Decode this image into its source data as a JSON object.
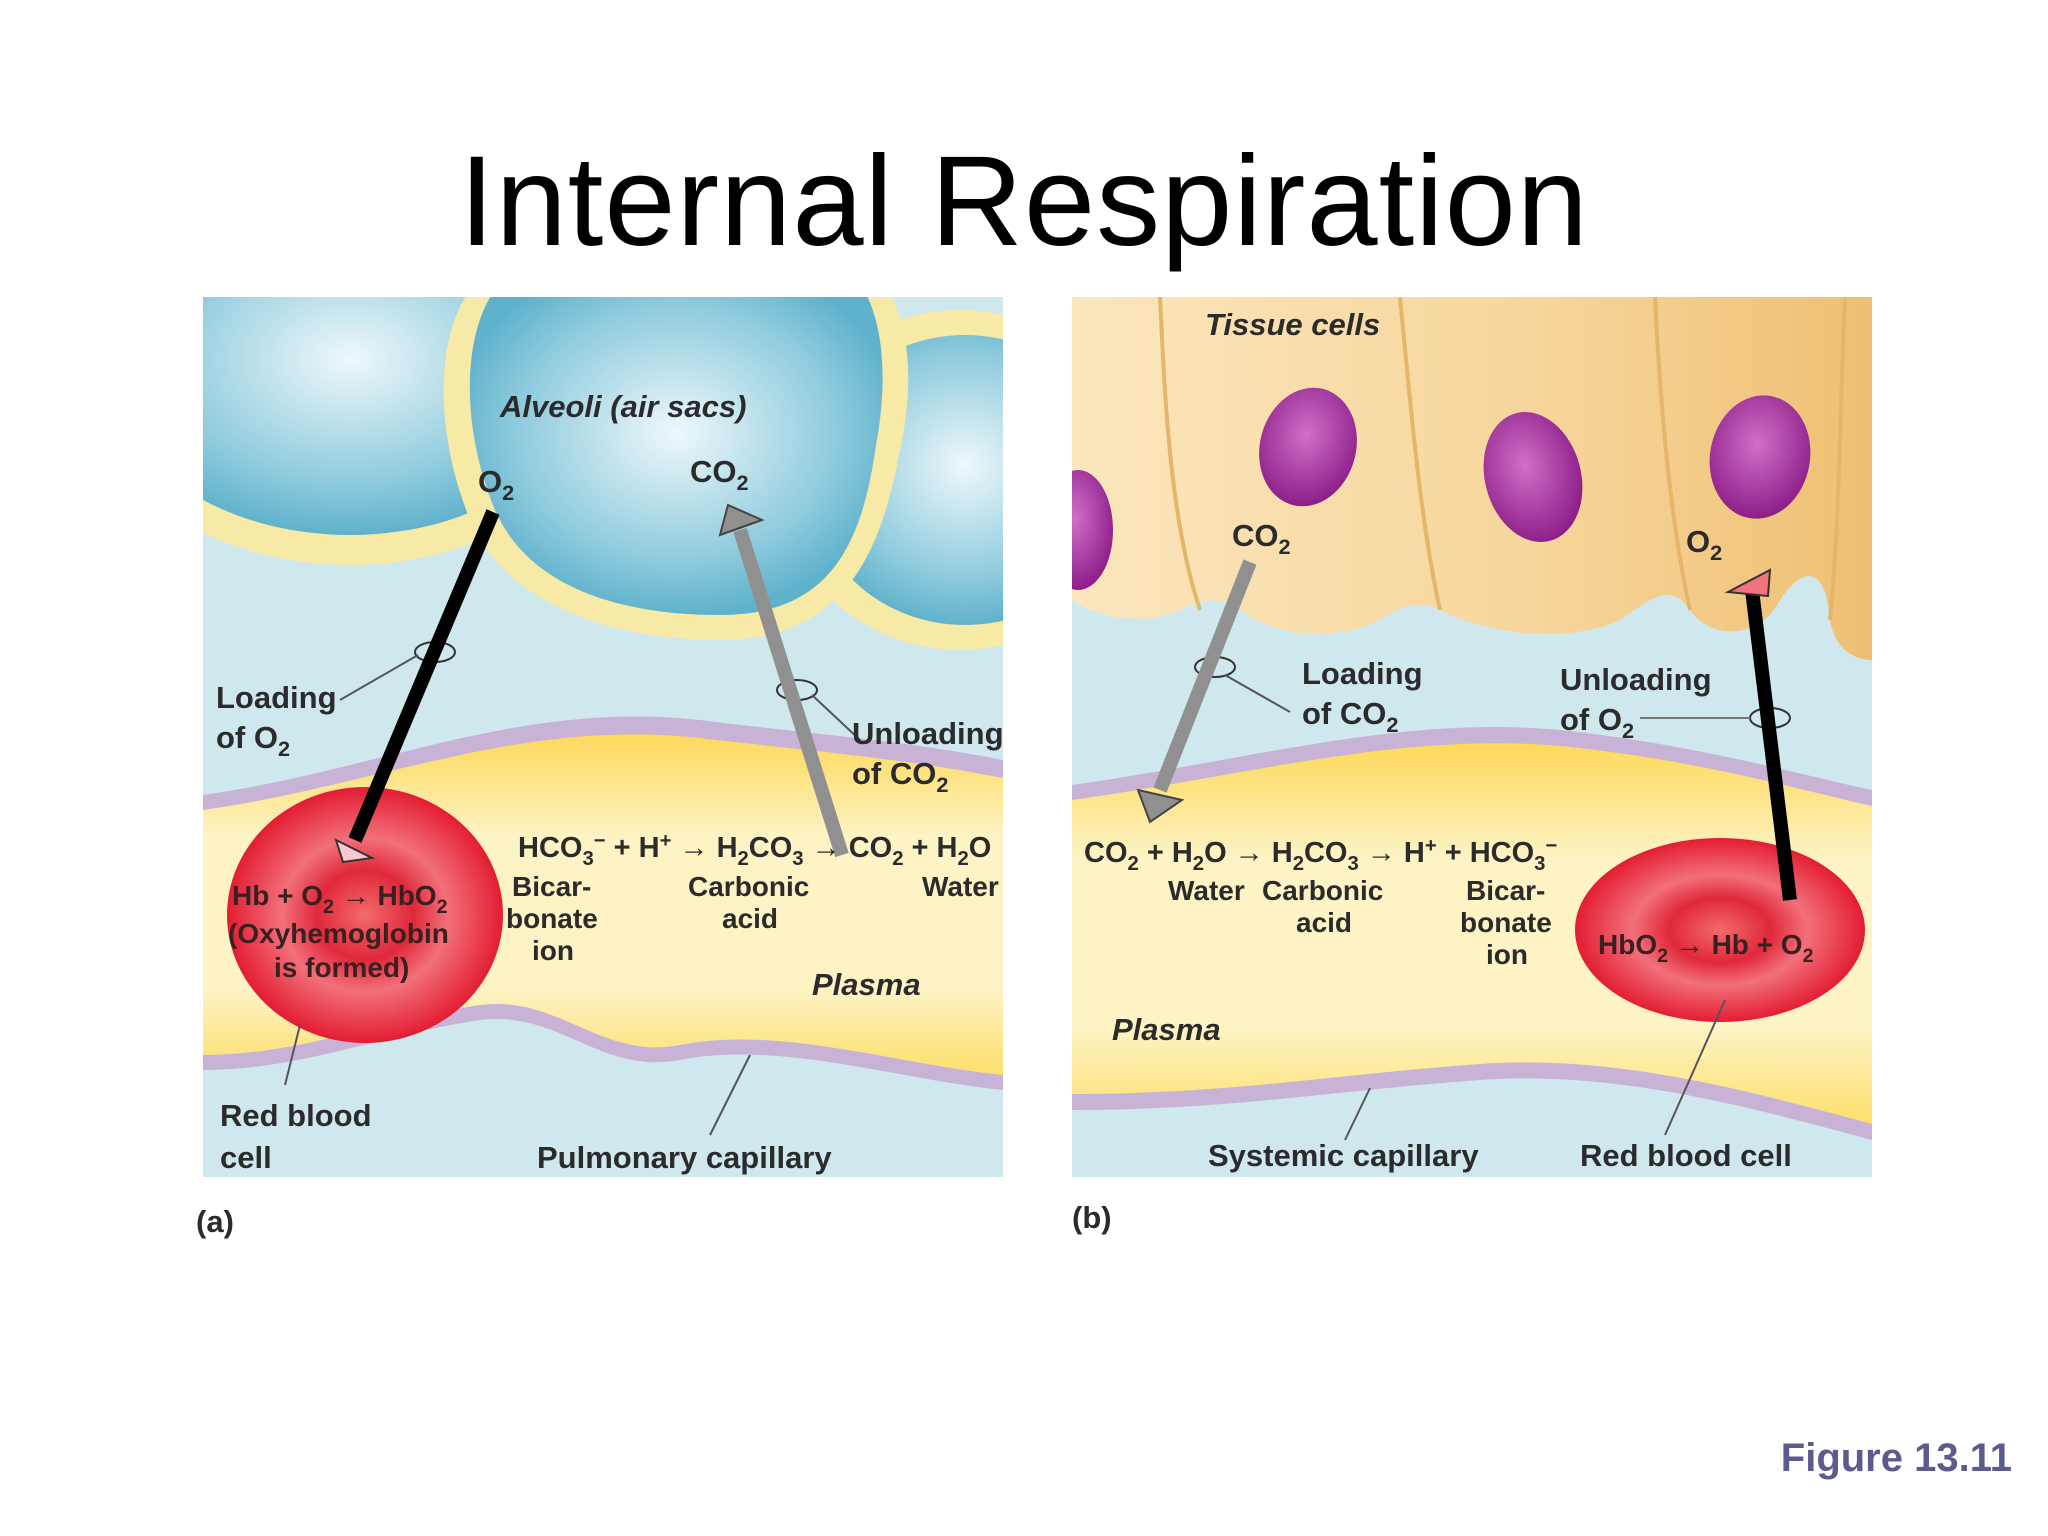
{
  "title": "Internal Respiration",
  "figure_label": "Figure 13.11",
  "panel_a": {
    "tag": "(a)",
    "alveoli": "Alveoli (air sacs)",
    "o2": {
      "main": "O",
      "sub": "2"
    },
    "co2": {
      "main": "CO",
      "sub": "2"
    },
    "loading_line1": "Loading",
    "loading_line2": {
      "main": "of O",
      "sub": "2"
    },
    "unloading_line1": "Unloading",
    "unloading_line2": {
      "main": "of CO",
      "sub": "2"
    },
    "equation": [
      "HCO",
      "3",
      "−",
      " + H",
      "+",
      " → H",
      "2",
      "CO",
      "3",
      " → CO",
      "2",
      " + H",
      "2",
      "O"
    ],
    "bicarbonate": [
      "Bicar-",
      "bonate",
      "ion"
    ],
    "carbonic": [
      "Carbonic",
      "acid"
    ],
    "water": "Water",
    "plasma": "Plasma",
    "rbc_eq": [
      "Hb + O",
      "2",
      " → HbO",
      "2"
    ],
    "rbc_note": [
      "(Oxyhemoglobin",
      "is formed)"
    ],
    "red_blood_cell": [
      "Red blood",
      "cell"
    ],
    "capillary": "Pulmonary capillary"
  },
  "panel_b": {
    "tag": "(b)",
    "tissue": "Tissue cells",
    "co2": {
      "main": "CO",
      "sub": "2"
    },
    "o2": {
      "main": "O",
      "sub": "2"
    },
    "loading_line1": "Loading",
    "loading_line2": {
      "main": "of CO",
      "sub": "2"
    },
    "unloading_line1": "Unloading",
    "unloading_line2": {
      "main": "of O",
      "sub": "2"
    },
    "equation": [
      "CO",
      "2",
      " + H",
      "2",
      "O → H",
      "2",
      "CO",
      "3",
      " → H",
      "+",
      " + HCO",
      "3",
      "−"
    ],
    "water": "Water",
    "carbonic": [
      "Carbonic",
      "acid"
    ],
    "bicarbonate": [
      "Bicar-",
      "bonate",
      "ion"
    ],
    "rbc_eq": [
      "HbO",
      "2",
      " → Hb + O",
      "2"
    ],
    "plasma": "Plasma",
    "capillary": "Systemic capillary",
    "red_blood_cell": "Red blood cell"
  },
  "colors": {
    "background_blue": "#cfe8ee",
    "alveolus_blue": "#7fc3d8",
    "membrane_yellow": "#f7e9a6",
    "plasma_yellow": "#fde98c",
    "capillary_wall": "#c8b3d6",
    "rbc_red": "#e52a3c",
    "tissue_tan": "#f6d59a",
    "nucleus_purple": "#9b2a9a",
    "figure_label": "#5b5b8e"
  }
}
